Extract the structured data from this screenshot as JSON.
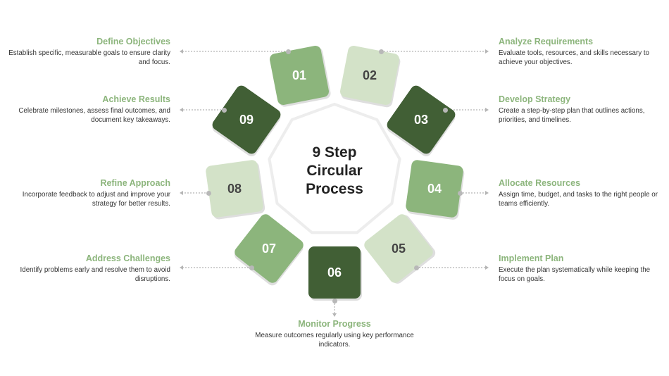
{
  "center_title": [
    "9 Step",
    "Circular",
    "Process"
  ],
  "colors": {
    "dark": "#415f35",
    "medium": "#8cb57c",
    "light": "#d3e2c8",
    "connector": "#b5b5b5",
    "title": "#8cb57c"
  },
  "steps": [
    {
      "number": "01",
      "title": "Define Objectives",
      "description": "Establish specific, measurable goals to ensure clarity and focus.",
      "shade": "medium"
    },
    {
      "number": "02",
      "title": "Analyze Requirements",
      "description": "Evaluate tools, resources, and skills necessary to achieve your objectives.",
      "shade": "light"
    },
    {
      "number": "03",
      "title": "Develop Strategy",
      "description": "Create a step-by-step plan that outlines actions, priorities, and timelines.",
      "shade": "dark"
    },
    {
      "number": "04",
      "title": "Allocate Resources",
      "description": "Assign time, budget, and tasks to the right people or teams efficiently.",
      "shade": "medium"
    },
    {
      "number": "05",
      "title": "Implement Plan",
      "description": "Execute the plan systematically while keeping the focus on goals.",
      "shade": "light"
    },
    {
      "number": "06",
      "title": "Monitor Progress",
      "description": "Measure outcomes regularly using key performance indicators.",
      "shade": "dark"
    },
    {
      "number": "07",
      "title": "Address Challenges",
      "description": "Identify problems early and resolve them to avoid disruptions.",
      "shade": "medium"
    },
    {
      "number": "08",
      "title": "Refine Approach",
      "description": "Incorporate feedback to adjust and improve your strategy for better results.",
      "shade": "light"
    },
    {
      "number": "09",
      "title": "Achieve Results",
      "description": "Celebrate milestones, assess final outcomes, and document key takeaways.",
      "shade": "dark"
    }
  ]
}
